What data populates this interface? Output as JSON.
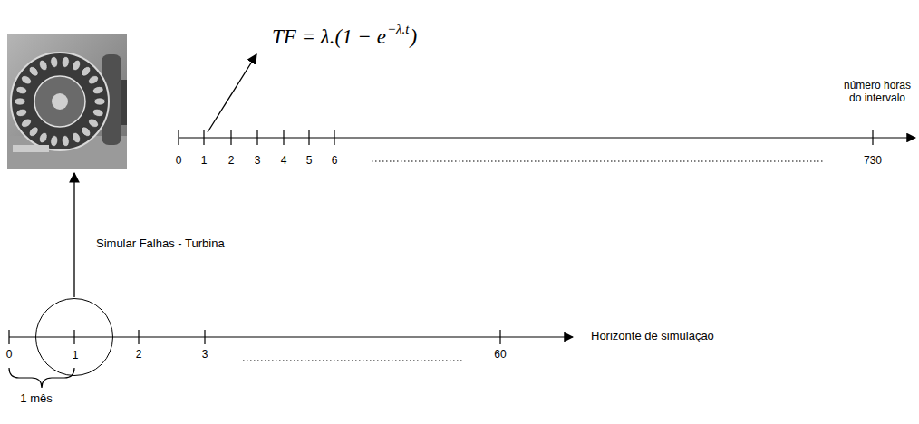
{
  "diagram": {
    "nodes": [
      {
        "text": [
          "1"
        ]
      }
    ],
    "labels": [
      "TF = λ.(1 − e",
      "−λ.t",
      ")",
      "número horas do intervalo",
      "0",
      "1",
      "2",
      "3",
      "4",
      "5",
      "6",
      "730",
      "Simular Falhas - Turbina",
      "0",
      "2",
      "3",
      "60",
      "Horizonte de simulação",
      "1 mês"
    ]
  }
}
